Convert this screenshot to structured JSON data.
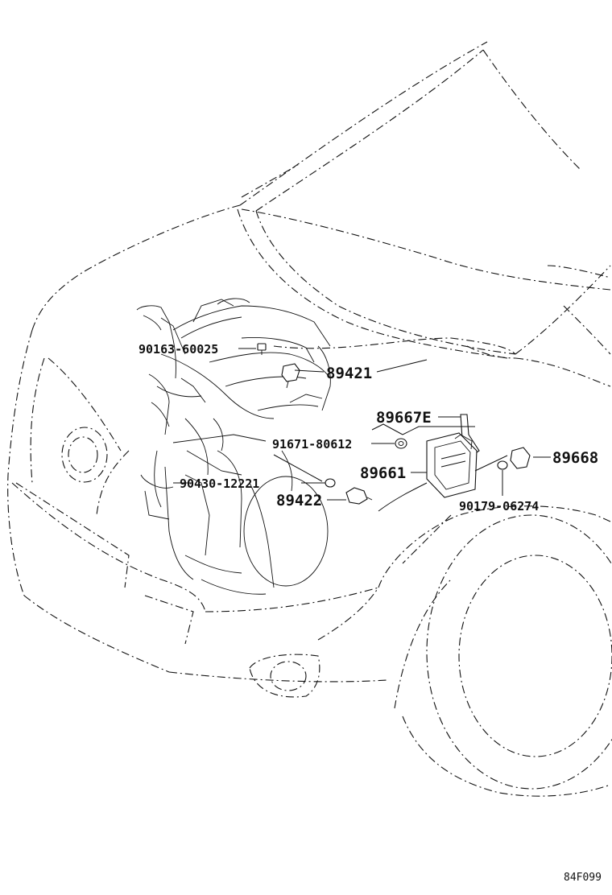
{
  "diagram": {
    "parts": [
      {
        "id": "p90163",
        "label": "90163-60025"
      },
      {
        "id": "p89421",
        "label": "89421"
      },
      {
        "id": "p89667E",
        "label": "89667E"
      },
      {
        "id": "p91671",
        "label": "91671-80612"
      },
      {
        "id": "p89661",
        "label": "89661"
      },
      {
        "id": "p89668",
        "label": "89668"
      },
      {
        "id": "p90430",
        "label": "90430-12221"
      },
      {
        "id": "p89422",
        "label": "89422"
      },
      {
        "id": "p90179",
        "label": "90179-06274"
      }
    ],
    "figure_ref": "84F099"
  }
}
